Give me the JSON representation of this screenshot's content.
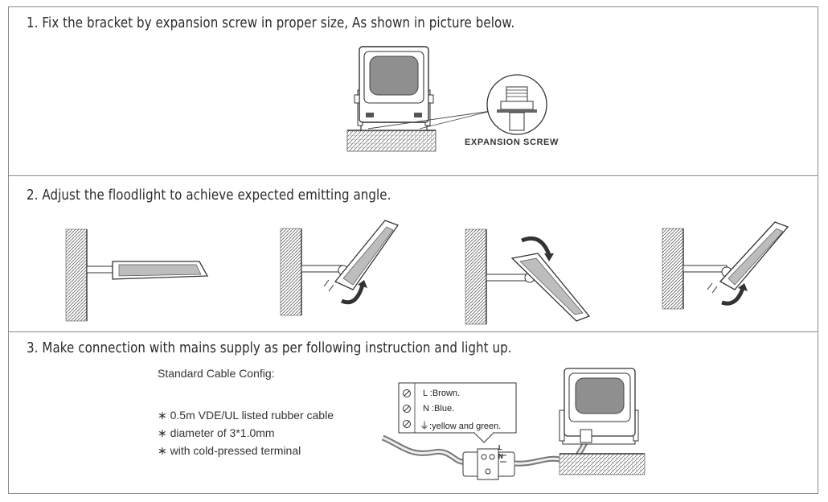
{
  "steps": [
    {
      "title": "1. Fix the bracket by expansion screw in proper size, As shown in picture below."
    },
    {
      "title": "2. Adjust the floodlight to achieve expected emitting angle."
    },
    {
      "title": "3. Make connection with mains supply as per following instruction and light up."
    }
  ],
  "step1": {
    "callout_label": "EXPANSION SCREW"
  },
  "step3": {
    "cable_title": "Standard Cable Config:",
    "bullets": [
      "∗ 0.5m VDE/UL listed rubber cable",
      "∗ diameter of 3*1.0mm",
      "∗ with cold-pressed terminal"
    ],
    "terminals": [
      {
        "code": "L",
        "text": "L :Brown."
      },
      {
        "code": "N",
        "text": "N :Blue."
      },
      {
        "code": "⏚",
        "text": ":yellow and green."
      }
    ],
    "block_labels": [
      "L",
      "N"
    ]
  },
  "colors": {
    "line": "#3a3a3a",
    "border": "#8a8a8a",
    "panel": "#8c8c8c"
  }
}
